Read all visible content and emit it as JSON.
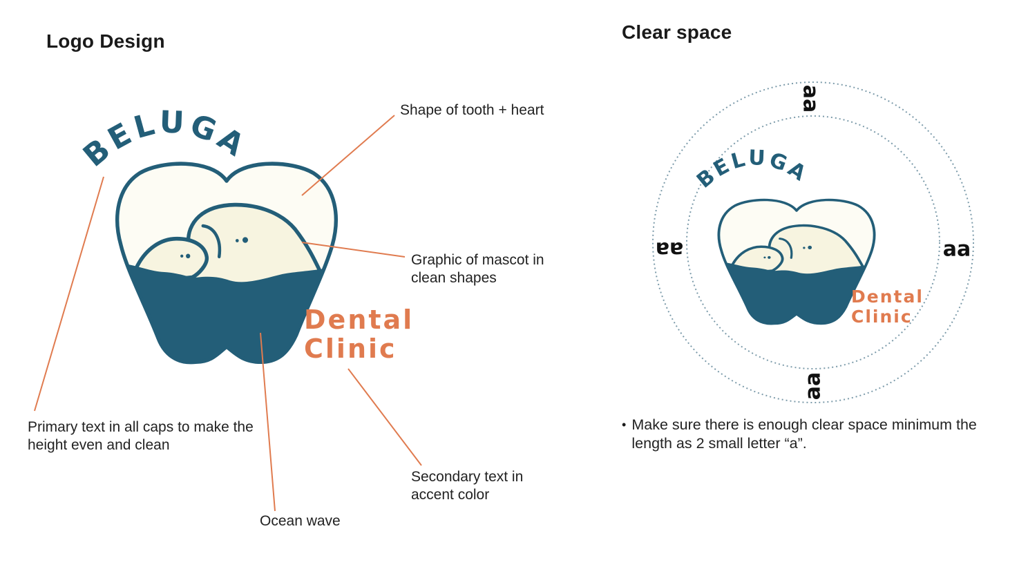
{
  "left_section": {
    "heading": "Logo Design",
    "annotations": {
      "tooth_heart": "Shape of tooth + heart",
      "mascot": "Graphic of mascot in clean shapes",
      "primary_text": "Primary text in all caps to make the height even and clean",
      "secondary_text": "Secondary text in accent color",
      "ocean_wave": "Ocean wave"
    }
  },
  "right_section": {
    "heading": "Clear space",
    "unit_glyph": "aa",
    "note": "Make sure there is enough clear space minimum the length as 2 small letter “a”."
  },
  "logo": {
    "primary_text": "BELUGA",
    "secondary_line1": "Dental",
    "secondary_line2": "Clinic"
  },
  "colors": {
    "navy": "#235E78",
    "accent": "#E07B4F",
    "cream": "#F7F4E0",
    "tooth_fill": "#FDFCF4",
    "leader": "#E07B4F",
    "guide": "#7C9BAA"
  }
}
